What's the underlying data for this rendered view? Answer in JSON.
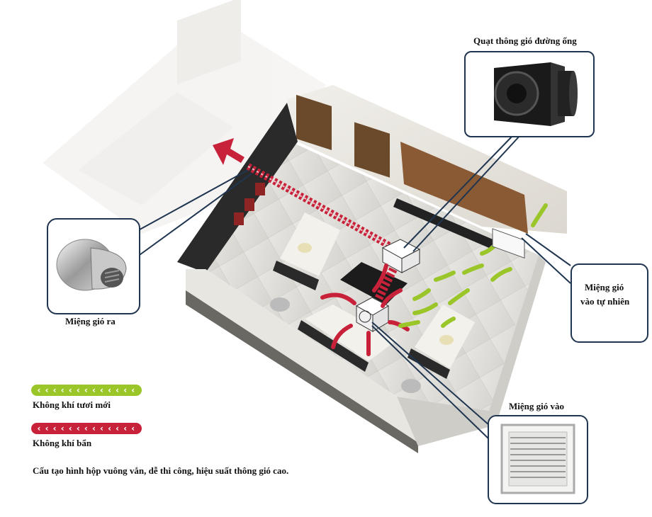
{
  "labels": {
    "duct_fan": "Quạt thông gió đường ống",
    "outlet": "Miệng gió ra",
    "natural_inlet_line1": "Miệng gió",
    "natural_inlet_line2": "vào tự nhiên",
    "inlet": "Miệng gió vào"
  },
  "legend": {
    "fresh_air": "Không khí tươi mới",
    "dirty_air": "Không khí bẩn"
  },
  "caption": "Cấu tạo hình hộp vuông vắn, dễ thi công, hiệu suất thông gió cao.",
  "colors": {
    "fresh_air": "#9bc62a",
    "dirty_air": "#c8213a",
    "callout_border": "#1f3550"
  }
}
